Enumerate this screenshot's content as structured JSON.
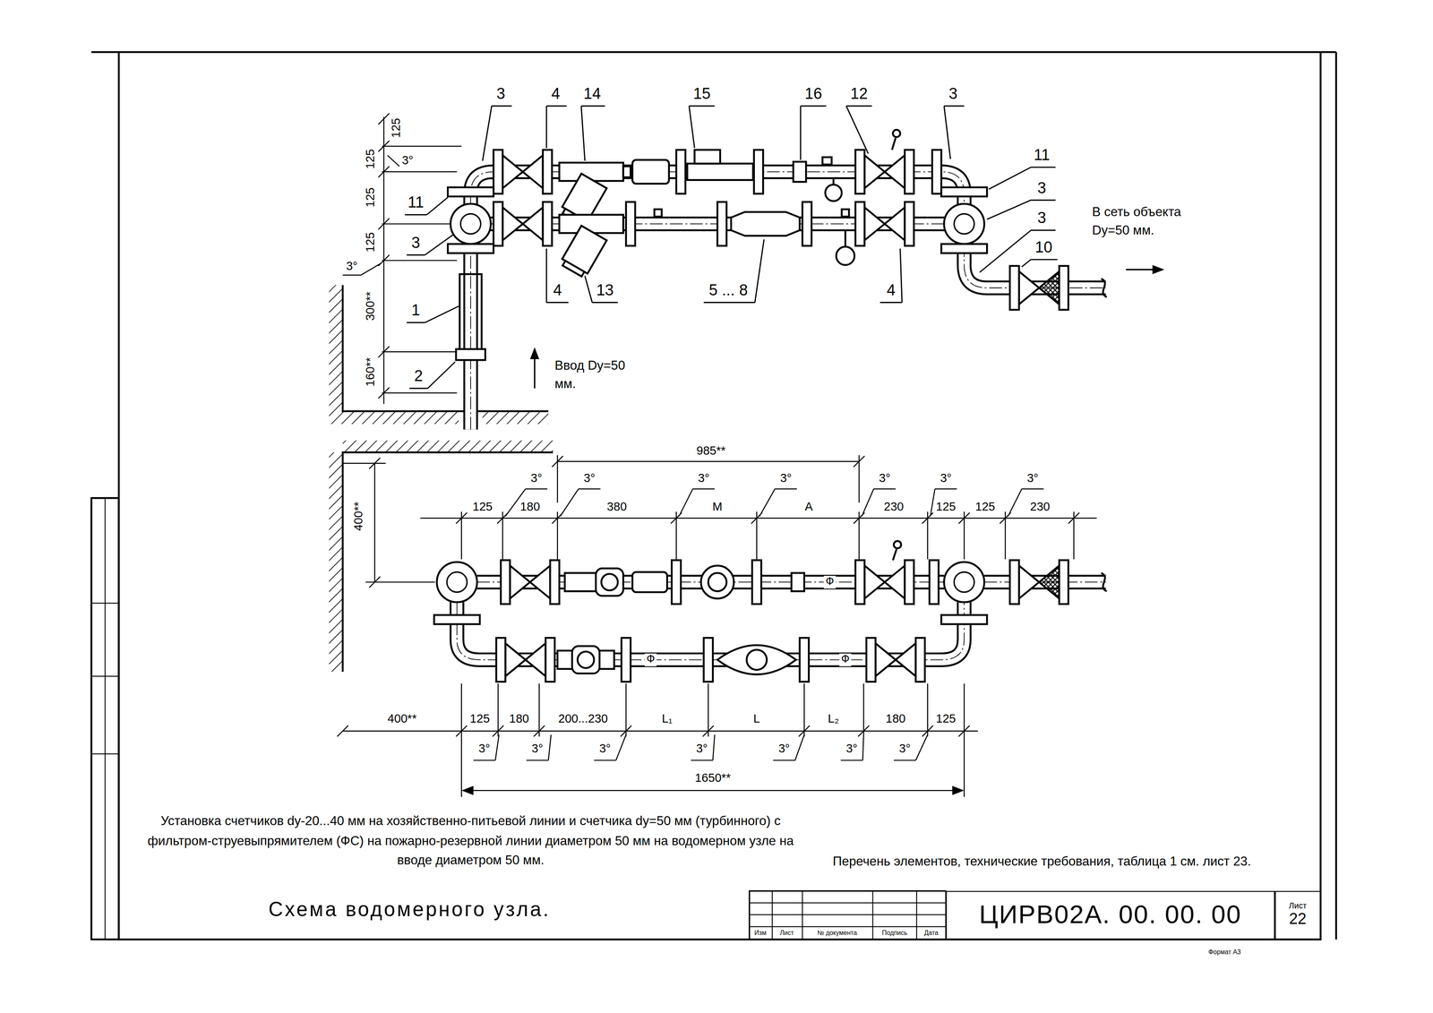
{
  "diagram": {
    "title": "Схема водомерного узла.",
    "caption": "Установка счетчиков dy-20...40 мм на хозяйственно-питьевой линии и счетчика dy=50 мм (турбинного) с фильтром-струевыпрямителем (ФС) на пожарно-резервной линии диаметром 50 мм на водомерном узле на вводе диаметром 50 мм.",
    "nodes": [
      {
        "text": [
          "ЦИРВ02А. 00. 00. 00"
        ]
      },
      {
        "text": [
          "Лист",
          "22"
        ]
      }
    ],
    "labels": [
      "3",
      "4",
      "14",
      "15",
      "16",
      "12",
      "3",
      "11",
      "3",
      "3",
      "10",
      "11",
      "3",
      "4",
      "13",
      "5 ... 8",
      "4",
      "1",
      "2",
      "В сеть объекта Dy=50 мм.",
      "Ввод Dy=50 мм.",
      "125",
      "125",
      "125",
      "125",
      "3°",
      "3°",
      "300**",
      "160**",
      "985**",
      "400**",
      "125",
      "180",
      "380",
      "М",
      "А",
      "230",
      "125",
      "125",
      "230",
      "3°",
      "3°",
      "3°",
      "3°",
      "3°",
      "3°",
      "3°",
      "400**",
      "125",
      "180",
      "200...230",
      "L₁",
      "L",
      "L₂",
      "180",
      "125",
      "3°",
      "3°",
      "3°",
      "3°",
      "3°",
      "3°",
      "3°",
      "1650**",
      "Ф",
      "Ф",
      "Ф",
      "Перечень элементов, технические требования, таблица 1 см. лист 23.",
      "Изм",
      "Лист",
      "№ документа",
      "Подпись",
      "Дата",
      "Формат А3"
    ]
  }
}
